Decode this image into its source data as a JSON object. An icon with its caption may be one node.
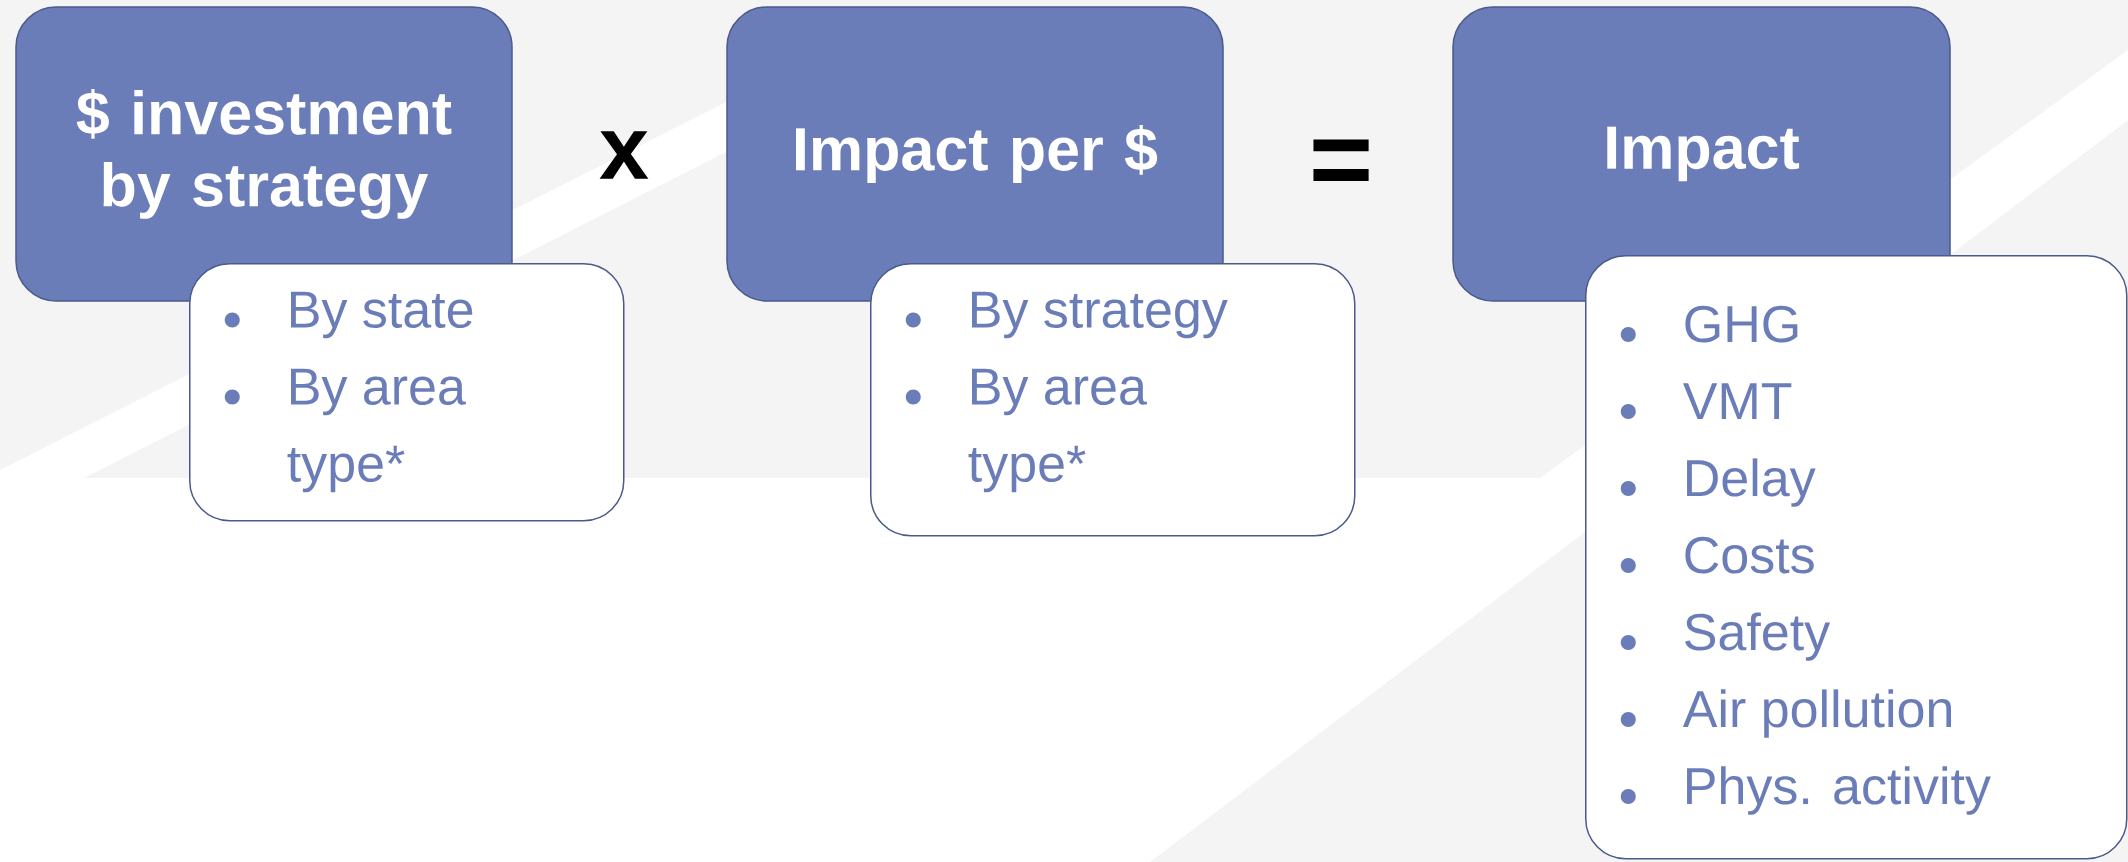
{
  "diagram": {
    "nodes": [
      {
        "text": [
          "$ investment by strategy"
        ]
      },
      {
        "text": [
          "By state",
          "By area type*"
        ]
      },
      {
        "text": [
          "Impact per $"
        ]
      },
      {
        "text": [
          "By strategy",
          "By area type*"
        ]
      },
      {
        "text": [
          "Impact"
        ]
      },
      {
        "text": [
          "GHG",
          "VMT",
          "Delay",
          "Costs",
          "Safety",
          "Air pollution",
          "Phys. activity"
        ]
      }
    ],
    "labels": [
      "x",
      "="
    ]
  }
}
